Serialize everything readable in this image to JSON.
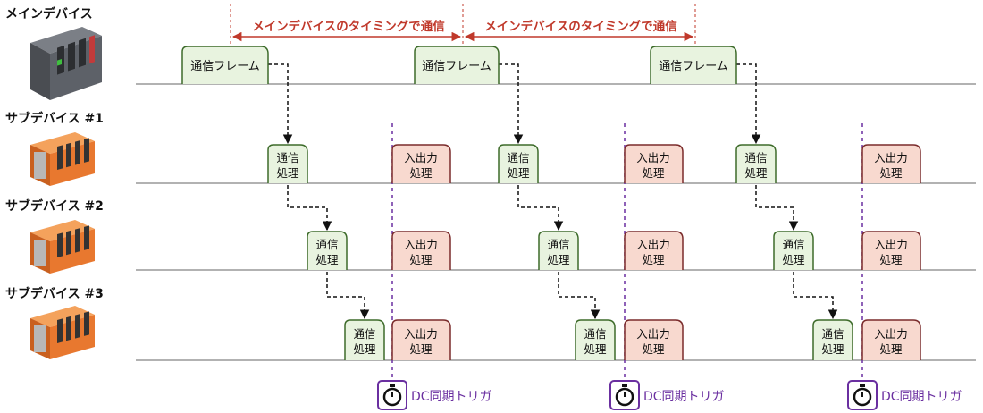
{
  "rows": [
    {
      "label": "メインデバイス",
      "device": "main-plc"
    },
    {
      "label": "サブデバイス #1",
      "device": "io-module"
    },
    {
      "label": "サブデバイス #2",
      "device": "io-module"
    },
    {
      "label": "サブデバイス #3",
      "device": "io-module"
    }
  ],
  "timing_label": "メインデバイスのタイミングで通信",
  "frame_label": "通信フレーム",
  "comm_label": [
    "通信",
    "処理"
  ],
  "io_label": [
    "入出力",
    "処理"
  ],
  "trigger_label": "DC同期トリガ",
  "colors": {
    "green_fill": "#e8f3df",
    "green_border": "#3d6b2a",
    "pink_fill": "#f8d9cf",
    "pink_border": "#7a2b2b",
    "purple": "#6a2fa0",
    "red": "#c0392b",
    "line": "#999999"
  }
}
